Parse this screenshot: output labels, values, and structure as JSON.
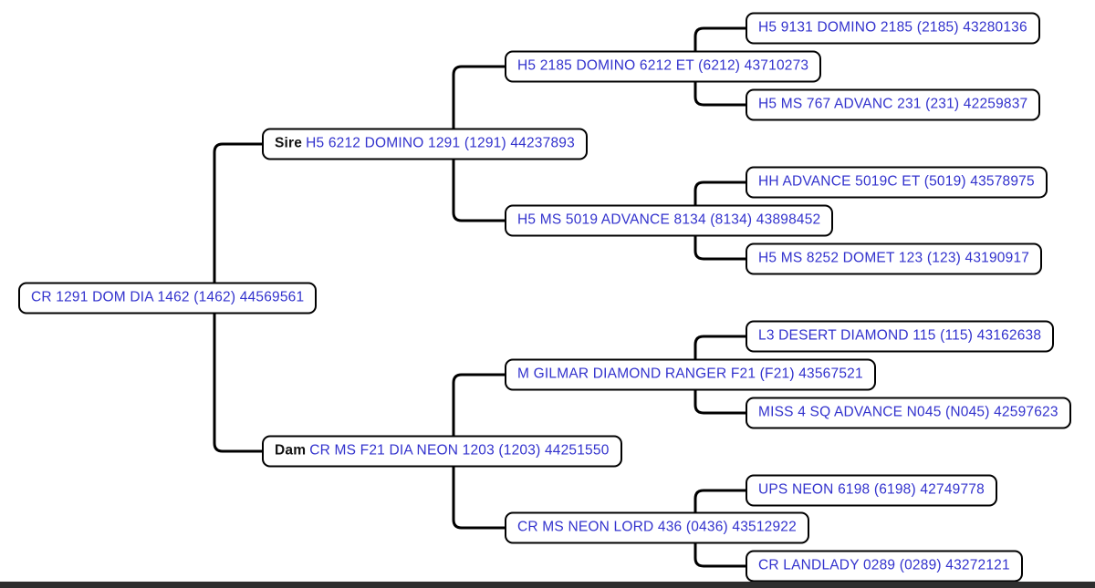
{
  "pedigree": {
    "nodes": {
      "animal": {
        "label": "CR 1291 DOM DIA 1462 (1462) 44569561"
      },
      "sire": {
        "relation": "Sire",
        "label": "H5 6212 DOMINO 1291 (1291) 44237893"
      },
      "dam": {
        "relation": "Dam",
        "label": "CR MS F21 DIA NEON 1203 (1203) 44251550"
      },
      "sire_sire": {
        "label": "H5 2185 DOMINO 6212 ET (6212) 43710273"
      },
      "sire_dam": {
        "label": "H5 MS 5019 ADVANCE 8134 (8134) 43898452"
      },
      "dam_sire": {
        "label": "M GILMAR DIAMOND RANGER F21 (F21) 43567521"
      },
      "dam_dam": {
        "label": "CR MS NEON LORD 436 (0436) 43512922"
      },
      "sire_sire_sire": {
        "label": "H5 9131 DOMINO 2185 (2185) 43280136"
      },
      "sire_sire_dam": {
        "label": "H5 MS 767 ADVANC 231 (231) 42259837"
      },
      "sire_dam_sire": {
        "label": "HH ADVANCE 5019C ET (5019) 43578975"
      },
      "sire_dam_dam": {
        "label": "H5 MS 8252 DOMET 123 (123) 43190917"
      },
      "dam_sire_sire": {
        "label": "L3 DESERT DIAMOND 115 (115) 43162638"
      },
      "dam_sire_dam": {
        "label": "MISS 4 SQ ADVANCE N045 (N045) 42597623"
      },
      "dam_dam_sire": {
        "label": "UPS NEON 6198 (6198) 42749778"
      },
      "dam_dam_dam": {
        "label": "CR LANDLADY 0289 (0289) 43272121"
      }
    },
    "colors": {
      "link_text": "#3232cd",
      "relation_text": "#111111",
      "connector": "#000000",
      "node_border": "#000000",
      "background": "#ffffff",
      "bottom_bar": "#2e2e2e"
    }
  }
}
